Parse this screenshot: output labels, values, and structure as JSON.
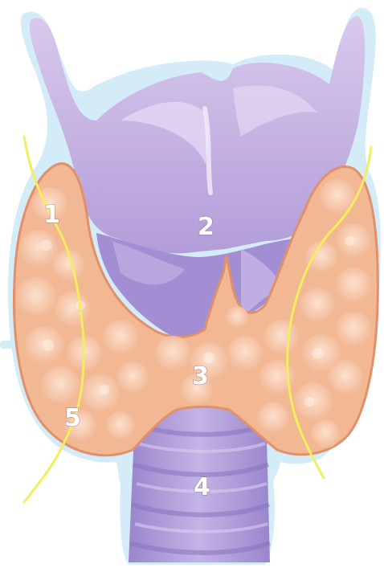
{
  "labels": {
    "thyroid_lobe": "1",
    "thyroid_cartilage": "2",
    "isthmus": "3",
    "trachea": "4",
    "nerve": "5"
  },
  "colors": {
    "background": "#ffffff",
    "halo": "#cfe9f6",
    "cartilage": "#c9b6e2",
    "cartilage_shade": "#9f86c9",
    "trachea": "#a996d6",
    "trachea_ring": "#8a74c2",
    "gland": "#f4bfa0",
    "gland_lobule": "#fbd9c2",
    "gland_edge": "#e79a78",
    "nerve": "#f2ec5a",
    "label_text": "#ffffff"
  }
}
